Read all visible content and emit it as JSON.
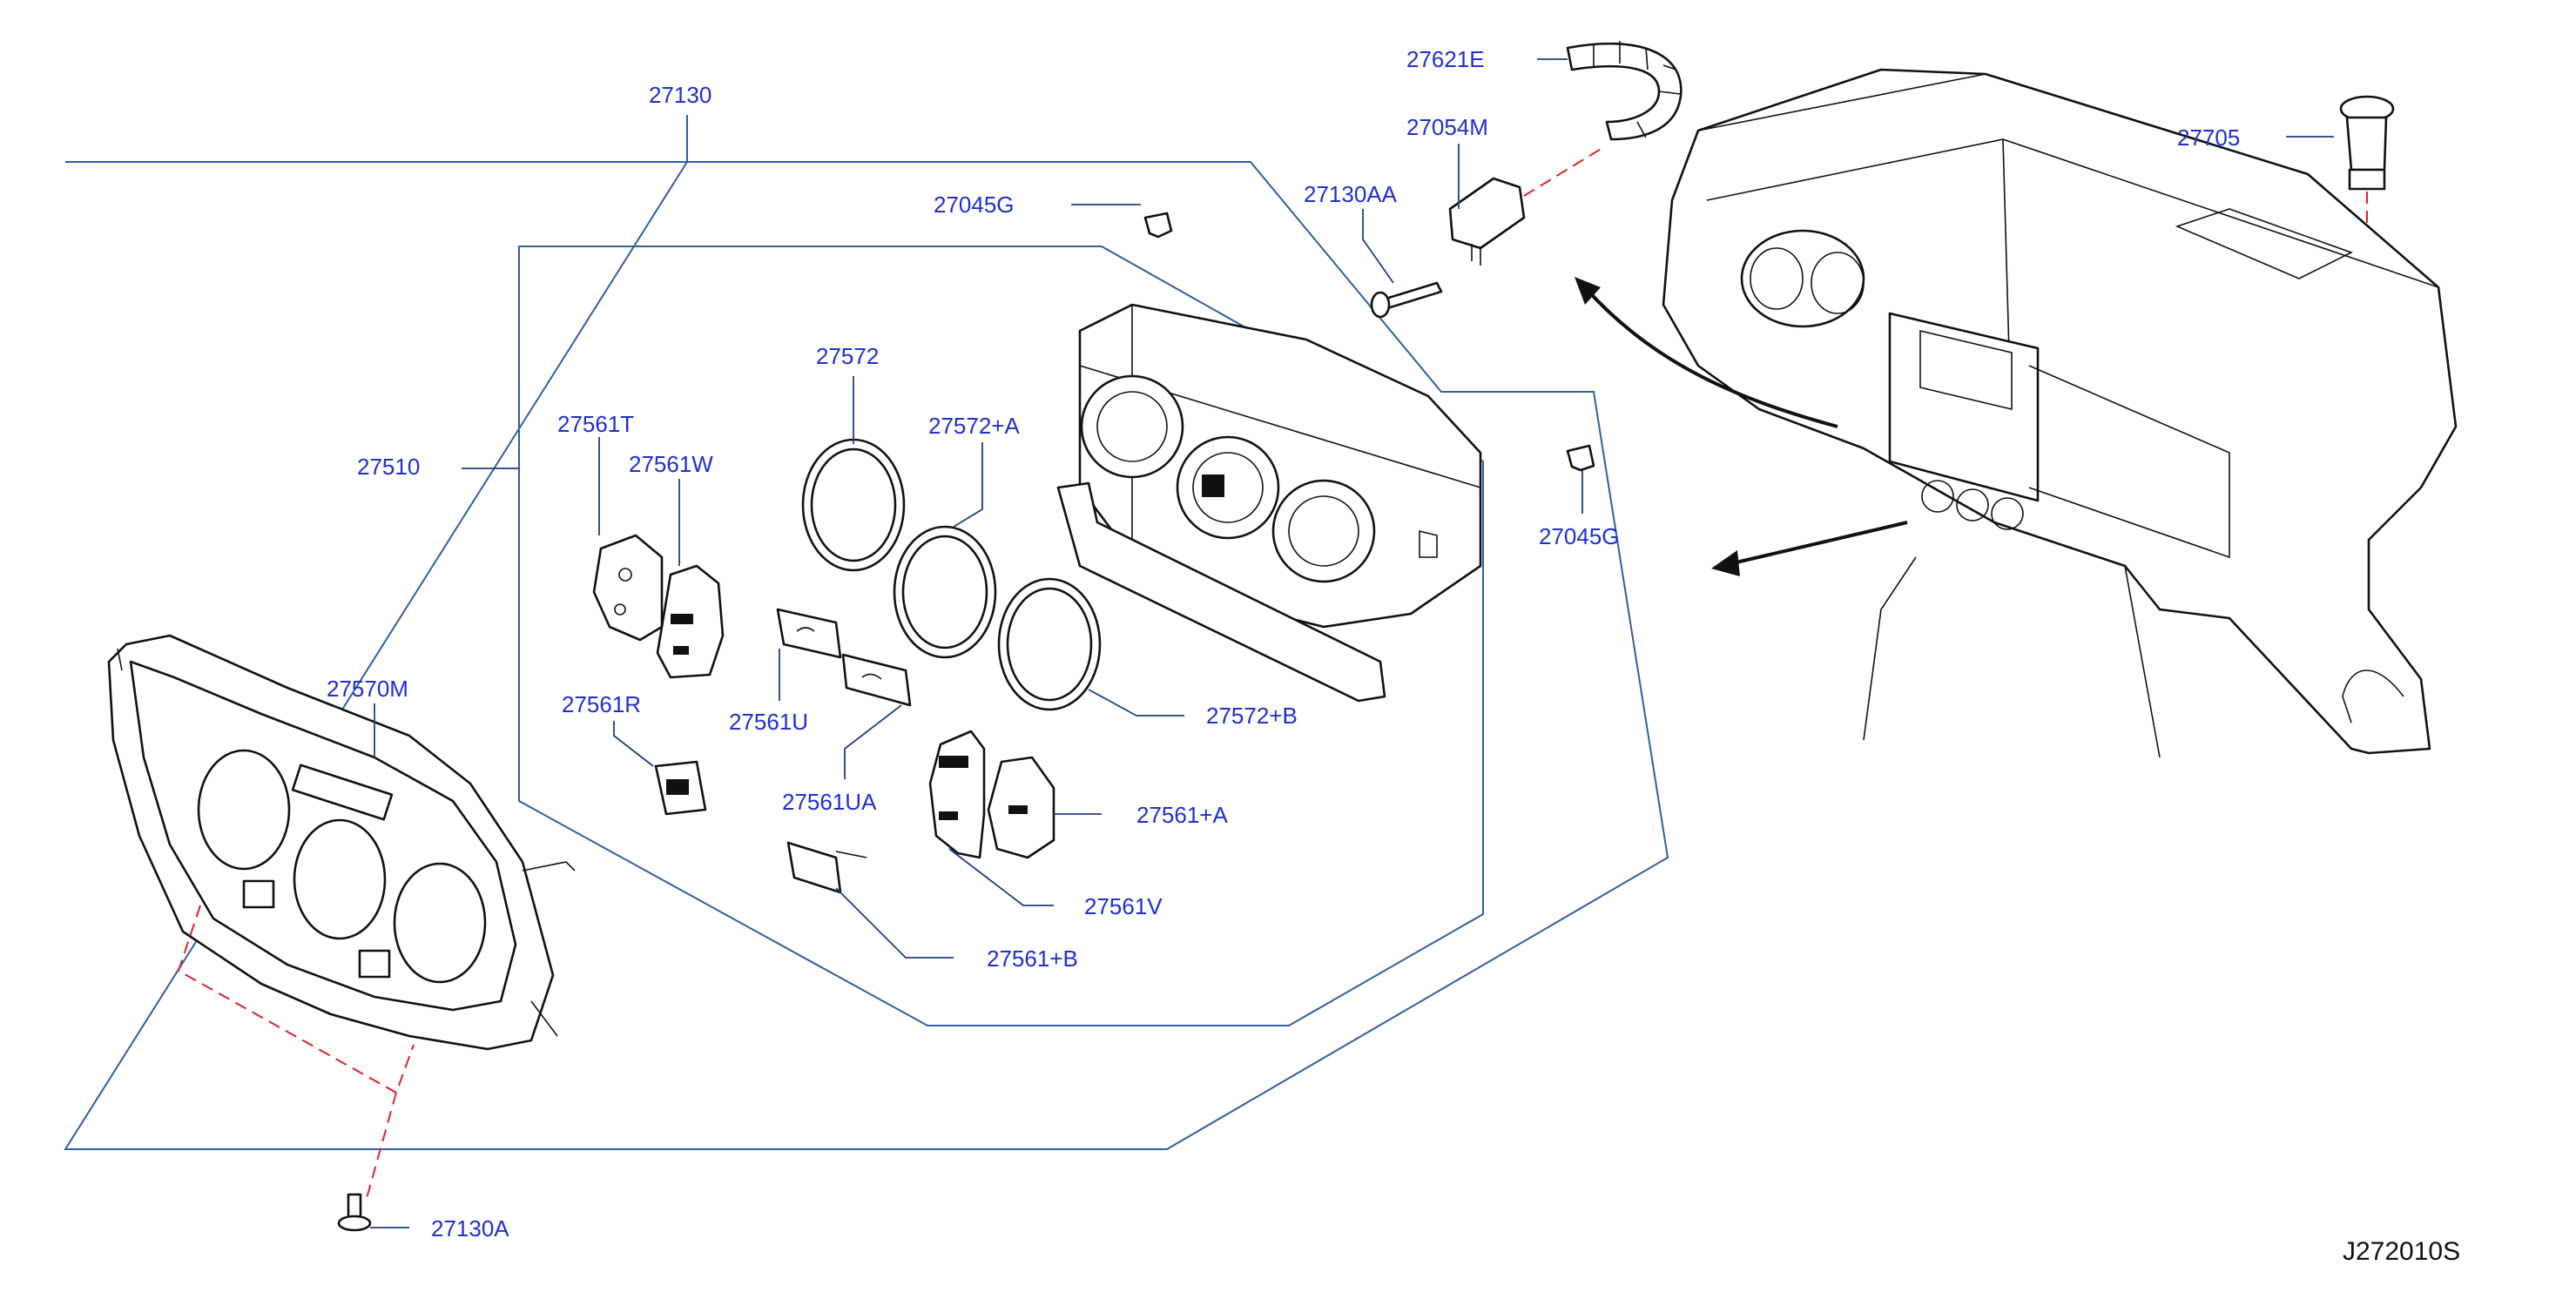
{
  "diagram_code": "J272010S",
  "colors": {
    "label": "#1f2fd0",
    "leader": "#1f3f7f",
    "box": "#2f5f9f",
    "dash": "#e0202a",
    "line": "#111111"
  },
  "labels": {
    "p27130": "27130",
    "p27045G_a": "27045G",
    "p27045G_b": "27045G",
    "p27621E": "27621E",
    "p27054M": "27054M",
    "p27130AA": "27130AA",
    "p27705": "27705",
    "p27510": "27510",
    "p27572": "27572",
    "p27572A": "27572+A",
    "p27572B": "27572+B",
    "p27561T": "27561T",
    "p27561W": "27561W",
    "p27561U": "27561U",
    "p27561UA": "27561UA",
    "p27561R": "27561R",
    "p27561A": "27561+A",
    "p27561V": "27561V",
    "p27561B": "27561+B",
    "p27570M": "27570M",
    "p27130A": "27130A"
  }
}
